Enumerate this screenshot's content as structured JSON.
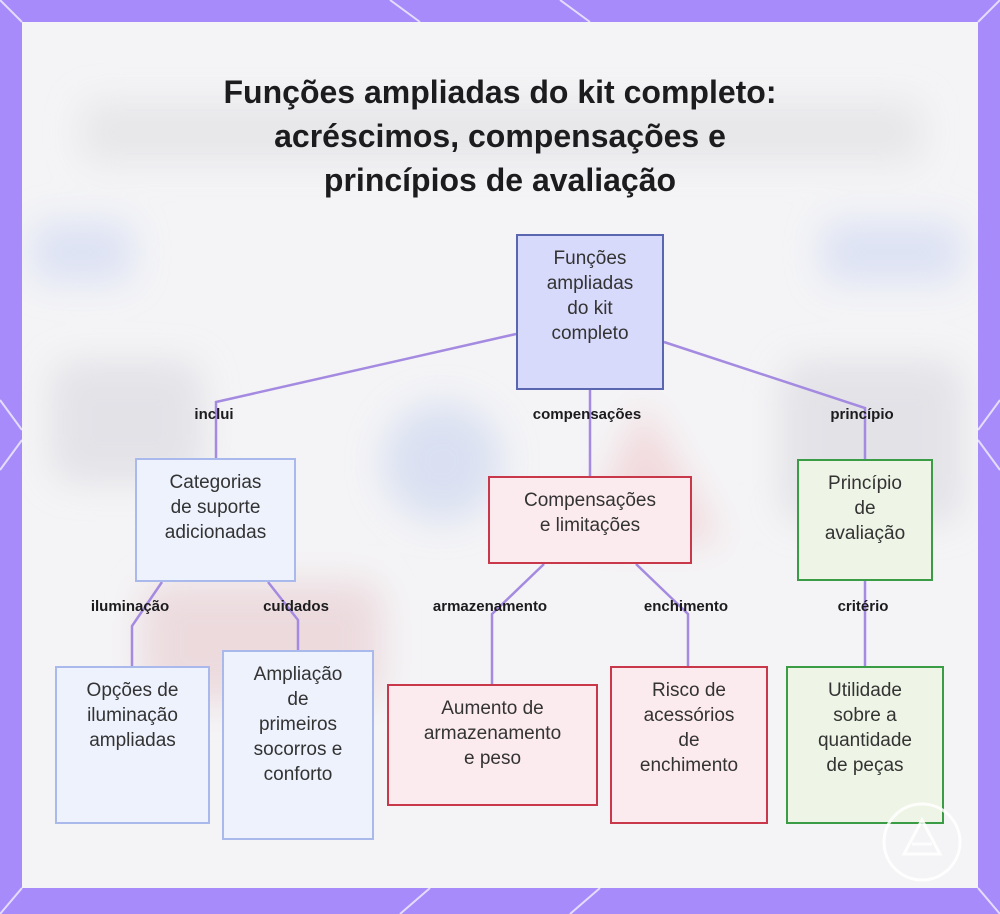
{
  "title": {
    "lines": [
      "Funções ampliadas do kit completo:",
      "acréscimos, compensações e",
      "princípios de avaliação"
    ]
  },
  "nodes": {
    "root": {
      "lines": [
        "Funções",
        "ampliadas",
        "do kit",
        "completo"
      ]
    },
    "categorias": {
      "lines": [
        "Categorias",
        "de suporte",
        "adicionadas"
      ]
    },
    "compensacoes": {
      "lines": [
        "Compensações",
        "e limitações"
      ]
    },
    "principio": {
      "lines": [
        "Princípio",
        "de",
        "avaliação"
      ]
    },
    "iluminacao": {
      "lines": [
        "Opções de",
        "iluminação",
        "ampliadas"
      ]
    },
    "primeiros_socorros": {
      "lines": [
        "Ampliação",
        "de",
        "primeiros",
        "socorros e",
        "conforto"
      ]
    },
    "armazenamento": {
      "lines": [
        "Aumento de",
        "armazenamento",
        "e peso"
      ]
    },
    "enchimento": {
      "lines": [
        "Risco de",
        "acessórios",
        "de",
        "enchimento"
      ]
    },
    "utilidade": {
      "lines": [
        "Utilidade",
        "sobre a",
        "quantidade",
        "de peças"
      ]
    }
  },
  "edge_labels": {
    "inclui": "inclui",
    "compensacoes": "compensações",
    "principio": "princípio",
    "iluminacao": "iluminação",
    "cuidados": "cuidados",
    "armazenamento": "armazenamento",
    "enchimento": "enchimento",
    "criterio": "critério"
  },
  "colors": {
    "edge": "#a48ae0",
    "frame_background": "#a78bfa"
  }
}
